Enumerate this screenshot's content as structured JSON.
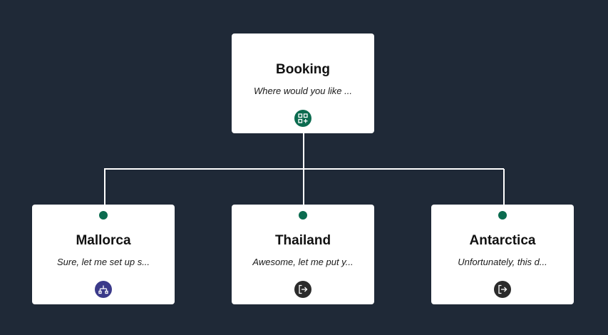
{
  "colors": {
    "background": "#1f2937",
    "card": "#ffffff",
    "connector": "#ffffff",
    "handle": "#0b6b4f",
    "badge_green": "#0b6b4f",
    "badge_purple": "#3b3a8a",
    "badge_dark": "#2b2b2b"
  },
  "root": {
    "title": "Booking",
    "subtitle": "Where would you like ...",
    "icon": "grid-add-icon"
  },
  "children": [
    {
      "title": "Mallorca",
      "subtitle": "Sure, let me set up s...",
      "icon": "branch-icon"
    },
    {
      "title": "Thailand",
      "subtitle": "Awesome, let me put y...",
      "icon": "exit-icon"
    },
    {
      "title": "Antarctica",
      "subtitle": "Unfortunately, this d...",
      "icon": "exit-icon"
    }
  ]
}
